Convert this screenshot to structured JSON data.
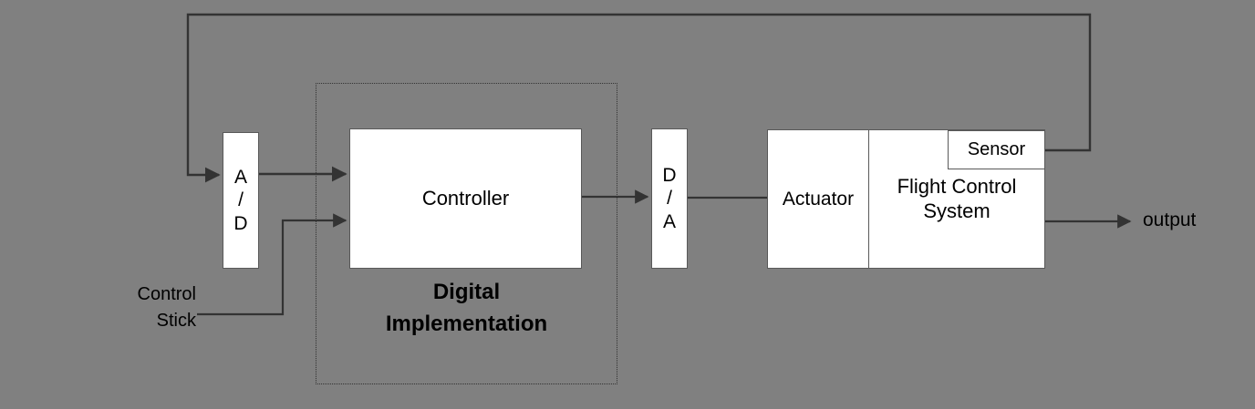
{
  "diagram": {
    "title": "Digital flight control system block diagram",
    "background_color": "#808080",
    "block_fill_color": "#ffffff",
    "block_border_color": "#595959",
    "wire_color": "#333333",
    "text_color": "#000000"
  },
  "blocks": {
    "ad": {
      "label": "A\n/\nD"
    },
    "controller": {
      "label": "Controller"
    },
    "da": {
      "label": "D\n/\nA"
    },
    "actuator": {
      "label": "Actuator"
    },
    "flight_control_system": {
      "label": "Flight Control\nSystem"
    },
    "sensor": {
      "label": "Sensor"
    }
  },
  "groups": {
    "digital_implementation": {
      "label": "Digital\nImplementation",
      "border_style": "dotted"
    }
  },
  "labels": {
    "control_stick": "Control\nStick",
    "output": "output"
  },
  "connections": [
    {
      "name": "feedback-loop",
      "from": "sensor",
      "to": "ad",
      "has_arrowhead": true
    },
    {
      "name": "ad-to-controller",
      "from": "ad",
      "to": "controller",
      "has_arrowhead": true
    },
    {
      "name": "control-stick-to-controller",
      "from": "control-stick",
      "to": "controller",
      "has_arrowhead": true
    },
    {
      "name": "controller-to-da",
      "from": "controller",
      "to": "da",
      "has_arrowhead": true
    },
    {
      "name": "da-to-actuator",
      "from": "da",
      "to": "actuator",
      "has_arrowhead": false
    },
    {
      "name": "fcs-to-output",
      "from": "flight_control_system",
      "to": "output",
      "has_arrowhead": true
    }
  ]
}
